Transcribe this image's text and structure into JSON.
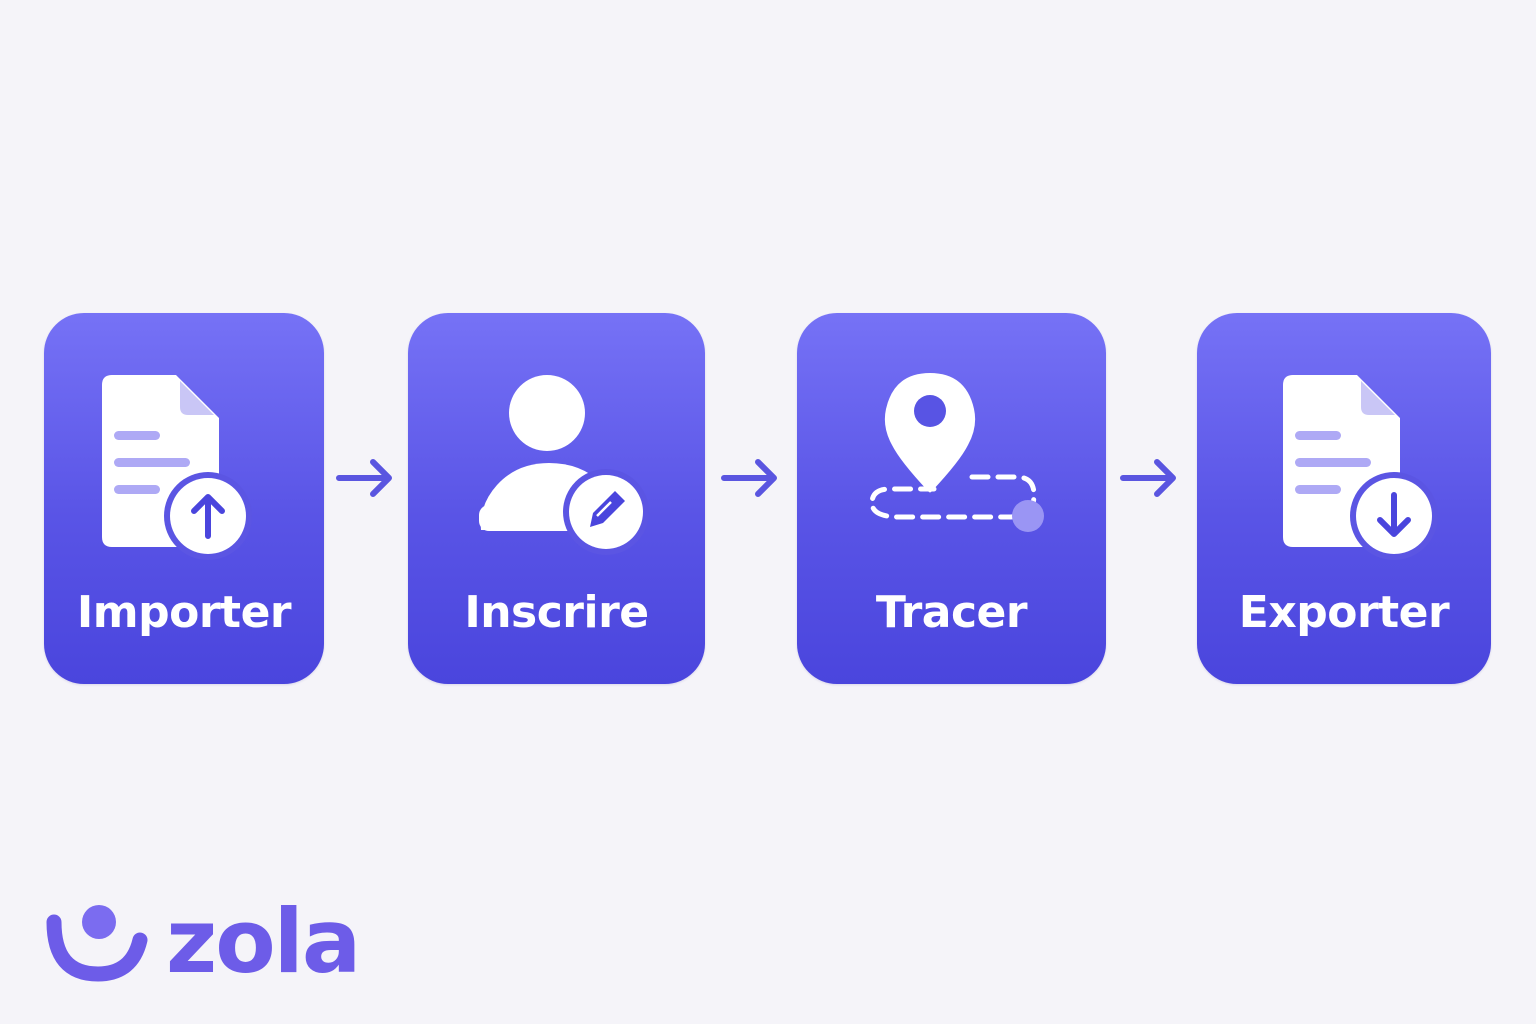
{
  "steps": [
    {
      "label": "Importer",
      "icon": "document-upload-icon"
    },
    {
      "label": "Inscrire",
      "icon": "user-edit-icon"
    },
    {
      "label": "Tracer",
      "icon": "map-pin-route-icon"
    },
    {
      "label": "Exporter",
      "icon": "document-download-icon"
    }
  ],
  "connector_icon": "arrow-right-icon",
  "logo": {
    "wordmark": "zola",
    "icon": "smile-logo-icon"
  },
  "colors": {
    "background": "#f5f4f9",
    "card_top": "#7672f6",
    "card_bottom": "#4a45dd",
    "arrow": "#5a55e0",
    "icon_accent": "#a8a3f7",
    "brand": "#6d5ce8"
  }
}
